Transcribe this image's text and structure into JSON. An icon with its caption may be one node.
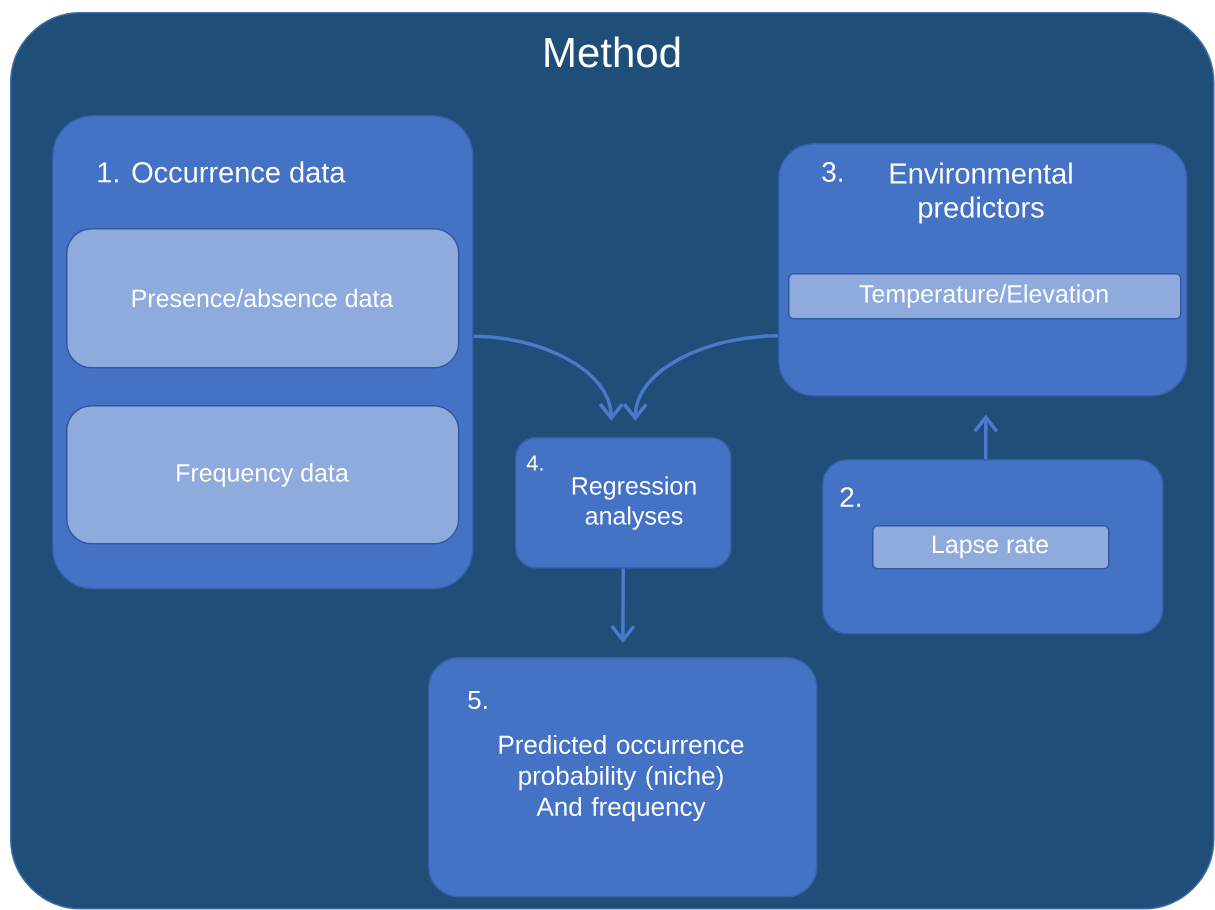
{
  "diagram": {
    "nodes": [
      {
        "text": [
          "Method"
        ]
      },
      {
        "text": [
          "1. Occurrence data"
        ],
        "in": 0
      },
      {
        "text": [
          "Presence/absence data"
        ],
        "in": 1
      },
      {
        "text": [
          "Frequency data"
        ],
        "in": 1
      },
      {
        "text": [
          "3.",
          "Environmental predictors"
        ],
        "in": 0
      },
      {
        "text": [
          "Temperature/Elevation"
        ],
        "in": 4
      },
      {
        "text": [
          "4.",
          "Regression analyses"
        ],
        "in": 0
      },
      {
        "text": [
          "2."
        ],
        "in": 0
      },
      {
        "text": [
          "Lapse rate"
        ],
        "in": 7
      },
      {
        "text": [
          "5.",
          "Predicted occurrence probability (niche) And frequency"
        ],
        "in": 0
      }
    ],
    "edges": [
      {
        "from": 1,
        "to": 6,
        "arrow": "to"
      },
      {
        "from": 4,
        "to": 6,
        "arrow": "to"
      },
      {
        "from": 7,
        "to": 4,
        "arrow": "to"
      },
      {
        "from": 6,
        "to": 9,
        "arrow": "to"
      }
    ]
  }
}
